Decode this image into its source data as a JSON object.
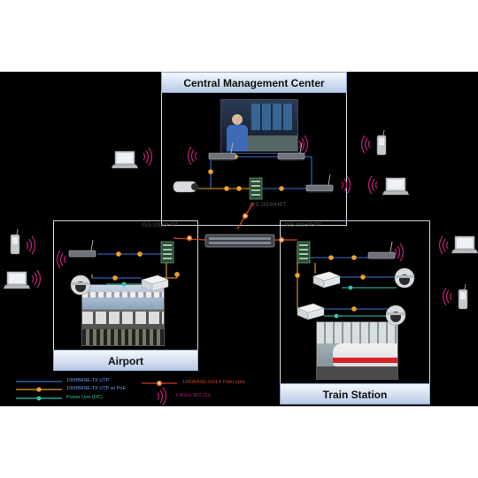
{
  "panels": {
    "central": {
      "title": "Central Management Center"
    },
    "airport": {
      "title": "Airport"
    },
    "train": {
      "title": "Train Station"
    }
  },
  "switch_models": {
    "central": "IGS-10160HPT",
    "airport": "IGS-10160HPT",
    "train": "IGS-10160HPT"
  },
  "legend": {
    "utp": "1000BASE-TX UTP",
    "utp_poe": "1000BASE-TX UTP w/ PoE",
    "power": "Power Line (DC)",
    "fiber": "1000BASE-SX/LX Fiber optic",
    "wlan": "2.4GHz 802.11n"
  },
  "colors": {
    "utp": "#3b6fd8",
    "utp_poe": "#f0a030",
    "power": "#2fc7b0",
    "fiber": "#c8421f",
    "wireless": "#b02070",
    "panel_border": "#cfd6e4"
  },
  "icons": [
    "laptop-icon",
    "pda-icon",
    "ip-camera-icon",
    "router-icon",
    "media-converter-icon",
    "poe-switch-icon",
    "core-switch-icon",
    "wireless-signal-icon"
  ]
}
